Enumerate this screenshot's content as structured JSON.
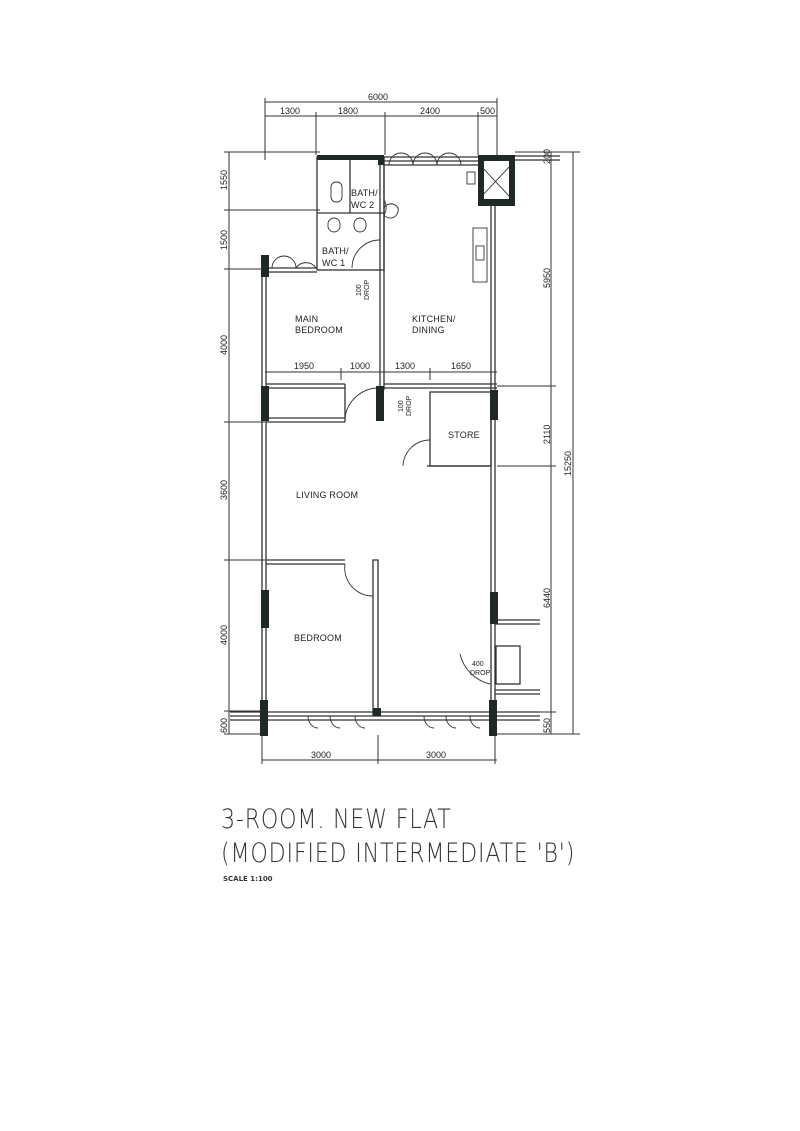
{
  "title": {
    "line1": "3-ROOM. NEW FLAT",
    "line2": "(MODIFIED INTERMEDIATE 'B')",
    "scale": "SCALE   1:100"
  },
  "rooms": {
    "bath2_a": "BATH/",
    "bath2_b": "WC  2",
    "bath1_a": "BATH/",
    "bath1_b": "WC  1",
    "main_bedroom_a": "MAIN",
    "main_bedroom_b": "BEDROOM",
    "kitchen_a": "KITCHEN/",
    "kitchen_b": "DINING",
    "store": "STORE",
    "living": "LIVING ROOM",
    "bedroom": "BEDROOM"
  },
  "notes": {
    "drop1_a": "100",
    "drop1_b": "DROP",
    "drop2_a": "100",
    "drop2_b": "DROP",
    "drop3_a": "400",
    "drop3_b": "DROP"
  },
  "dimensions": {
    "top_total": "6000",
    "top": [
      "1300",
      "1800",
      "2400",
      "500"
    ],
    "left": [
      "1550",
      "1500",
      "4000",
      "3600",
      "4000",
      "600"
    ],
    "right": [
      "200",
      "5950",
      "2110",
      "6440",
      "550"
    ],
    "right_total": "15250",
    "mid": [
      "1950",
      "1000",
      "1300",
      "1650"
    ],
    "bottom": [
      "3000",
      "3000"
    ]
  },
  "colors": {
    "line": "#333333",
    "column": "#1f2a24",
    "text": "#222222"
  }
}
